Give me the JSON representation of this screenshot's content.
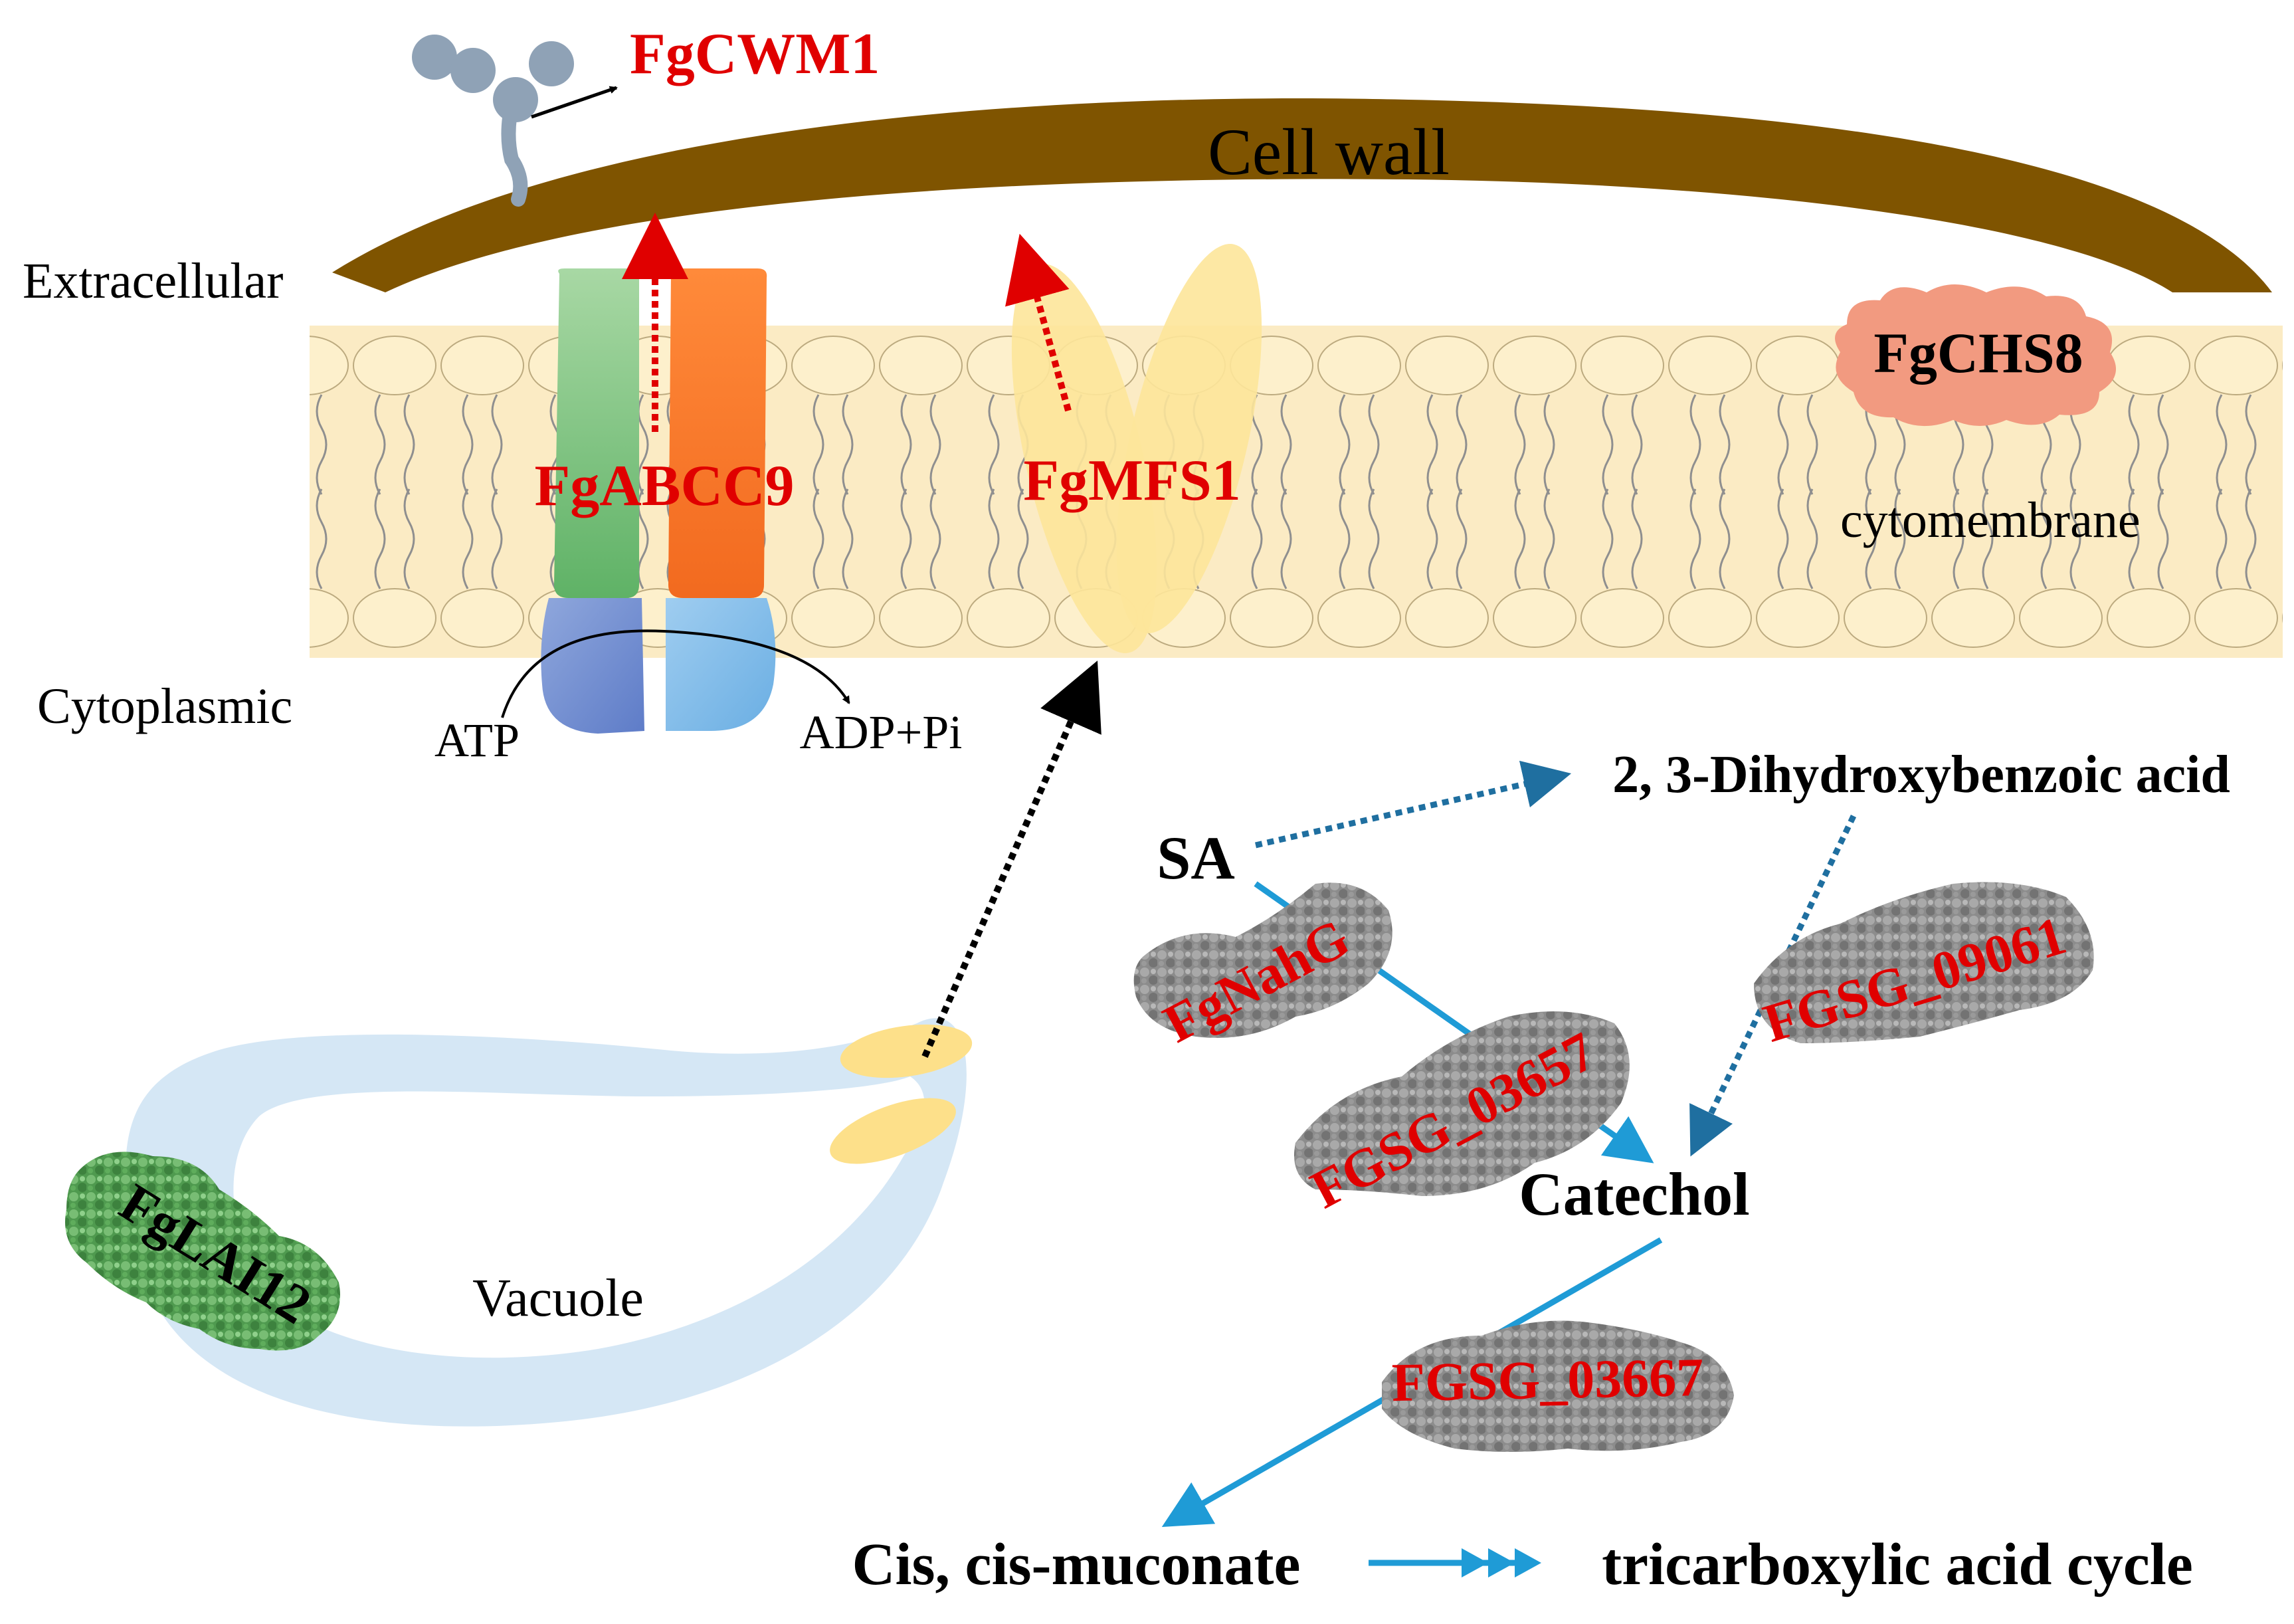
{
  "labels": {
    "cell_wall": "Cell wall",
    "extracellular": "Extracellular",
    "cytoplasmic": "Cytoplasmic",
    "cytomembrane": "cytomembrane",
    "vacuole": "Vacuole",
    "atp": "ATP",
    "adp_pi": "ADP+Pi"
  },
  "proteins": {
    "fgcwm1": "FgCWM1",
    "fgabcc9": "FgABCC9",
    "fgmfs1": "FgMFS1",
    "fgchs8": "FgCHS8",
    "fglai12": "FgLAI12",
    "fgnahg": "FgNahG",
    "fgsg_03657": "FGSG_03657",
    "fgsg_09061": "FGSG_09061",
    "fgsg_03667": "FGSG_03667"
  },
  "metabolites": {
    "sa": "SA",
    "dhba": "2, 3-Dihydroxybenzoic acid",
    "catechol": "Catechol",
    "muconate": "Cis, cis-muconate",
    "tca": "tricarboxylic acid cycle"
  },
  "colors": {
    "cell_wall": "#7f5400",
    "membrane": "#fbebc4",
    "red_label": "#e00000",
    "blue_arrow": "#1f9bd6",
    "dotted_blue": "#1f6fa0",
    "protein_gray": "#8a8a8a",
    "protein_green": "#5aa45a",
    "vacuole": "#d5e7f5"
  }
}
